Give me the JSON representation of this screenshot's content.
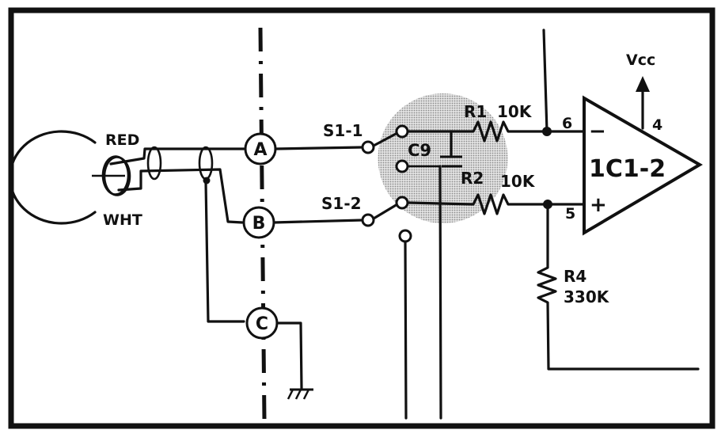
{
  "labels": {
    "wire_red": "RED",
    "wire_white": "WHT",
    "switch_1": "S1-1",
    "switch_2": "S1-2",
    "capacitor": "C9",
    "resistor_1_name": "R1",
    "resistor_1_value": "10K",
    "resistor_2_name": "R2",
    "resistor_2_value": "10K",
    "resistor_4_name": "R4",
    "resistor_4_value": "330K",
    "supply": "Vcc",
    "opamp": "1C1-2",
    "pin_4": "4",
    "pin_5": "5",
    "pin_6": "6",
    "minus_sign": "−",
    "plus_sign": "+"
  },
  "connectors": [
    {
      "id": "a",
      "label": "A"
    },
    {
      "id": "b",
      "label": "B"
    },
    {
      "id": "c",
      "label": "C"
    }
  ],
  "colors": {
    "ink": "#111111",
    "switch_shading": "#c8c8c8",
    "background": "#ffffff"
  }
}
